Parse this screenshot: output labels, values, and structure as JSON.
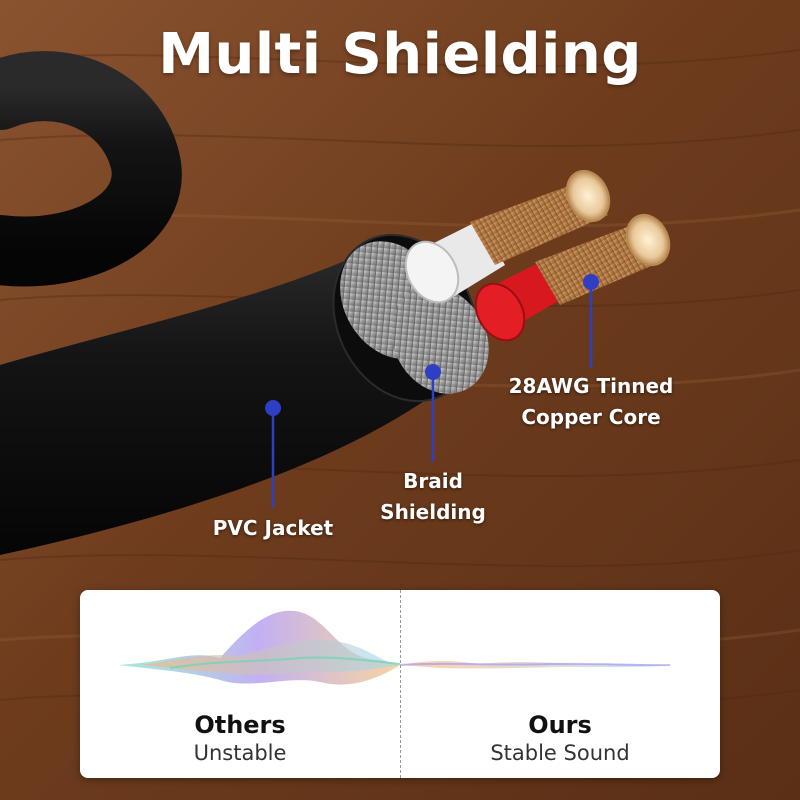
{
  "title": "Multi Shielding",
  "callouts": {
    "pvc_jacket": "PVC Jacket",
    "braid": [
      "Braid",
      "Shielding"
    ],
    "core": [
      "28AWG Tinned",
      "Copper Core"
    ]
  },
  "comparison": {
    "left": {
      "title": "Others",
      "subtitle": "Unstable"
    },
    "right": {
      "title": "Ours",
      "subtitle": "Stable Sound"
    }
  },
  "colors": {
    "wood": "#7a4525",
    "cable": "#111111",
    "marker": "#2f3fc4",
    "copper": "#c48a52",
    "red_insulation": "#d8181f"
  },
  "icons": [
    "cable-cross-section-illustration",
    "marker-dot-icon",
    "sound-wave-icon"
  ]
}
